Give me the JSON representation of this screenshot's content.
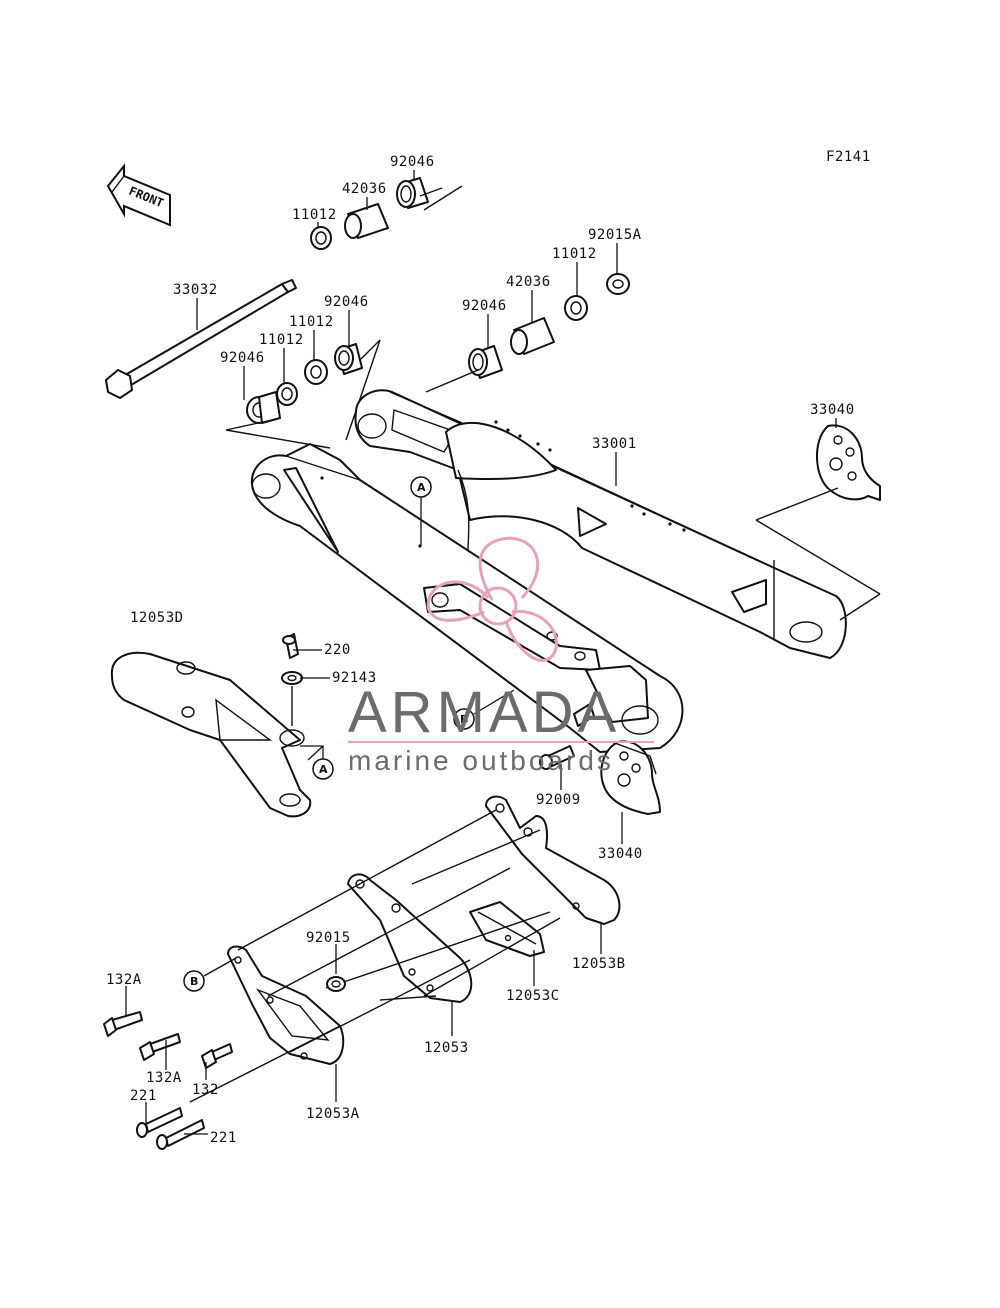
{
  "diagram_code": "F2141",
  "front_label": "FRONT",
  "parts": [
    {
      "id": "92046_top",
      "label": "92046"
    },
    {
      "id": "42036_top",
      "label": "42036"
    },
    {
      "id": "11012_top",
      "label": "11012"
    },
    {
      "id": "33032",
      "label": "33032"
    },
    {
      "id": "92046_mid",
      "label": "92046"
    },
    {
      "id": "11012_mid_a",
      "label": "11012"
    },
    {
      "id": "11012_mid_b",
      "label": "11012"
    },
    {
      "id": "92046_left",
      "label": "92046"
    },
    {
      "id": "92015A",
      "label": "92015A"
    },
    {
      "id": "11012_right",
      "label": "11012"
    },
    {
      "id": "42036_right",
      "label": "42036"
    },
    {
      "id": "92046_right",
      "label": "92046"
    },
    {
      "id": "33040_top",
      "label": "33040"
    },
    {
      "id": "33001",
      "label": "33001"
    },
    {
      "id": "12053D",
      "label": "12053D"
    },
    {
      "id": "220",
      "label": "220"
    },
    {
      "id": "92143",
      "label": "92143"
    },
    {
      "id": "92009",
      "label": "92009"
    },
    {
      "id": "33040_bottom",
      "label": "33040"
    },
    {
      "id": "92015",
      "label": "92015"
    },
    {
      "id": "12053B",
      "label": "12053B"
    },
    {
      "id": "12053C",
      "label": "12053C"
    },
    {
      "id": "12053",
      "label": "12053"
    },
    {
      "id": "132A_top",
      "label": "132A"
    },
    {
      "id": "132A_bottom",
      "label": "132A"
    },
    {
      "id": "132",
      "label": "132"
    },
    {
      "id": "221_top",
      "label": "221"
    },
    {
      "id": "221_bottom",
      "label": "221"
    },
    {
      "id": "12053A",
      "label": "12053A"
    }
  ],
  "references": {
    "a": "A",
    "b": "B"
  },
  "watermark": {
    "brand": "ARMADA",
    "tagline": "marine outboards",
    "logo_color": "#e8a0bd",
    "text_color": "#6b6b6b"
  }
}
